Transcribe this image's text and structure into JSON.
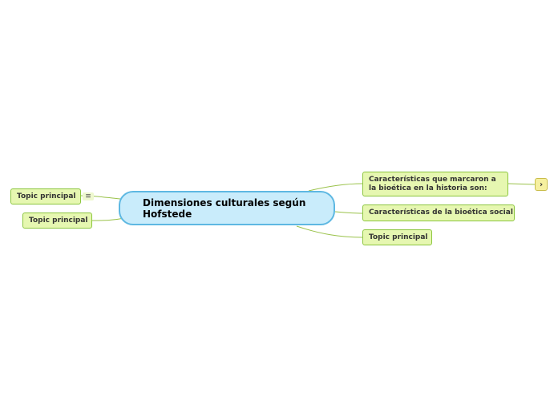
{
  "central_topic": {
    "label": "Dimensiones culturales según Hofstede"
  },
  "left_topics": [
    {
      "label": "Topic principal"
    },
    {
      "label": "Topic principal"
    }
  ],
  "right_topics": [
    {
      "label": "Características que marcaron a la bioética en la historia son:"
    },
    {
      "label": "Características de la bioética social"
    },
    {
      "label": "Topic principal"
    }
  ],
  "colors": {
    "central_fill": "#c9ecfb",
    "central_border": "#5eb8e2",
    "topic_fill": "#e6f7b1",
    "topic_border": "#8cc63f",
    "link": "#9ac24a",
    "expander_fill": "#f6f0a0"
  },
  "icons": {
    "note": "notes-icon",
    "expand": "chevron-right-icon"
  },
  "glyphs": {
    "note": "≡",
    "expand": "›"
  }
}
